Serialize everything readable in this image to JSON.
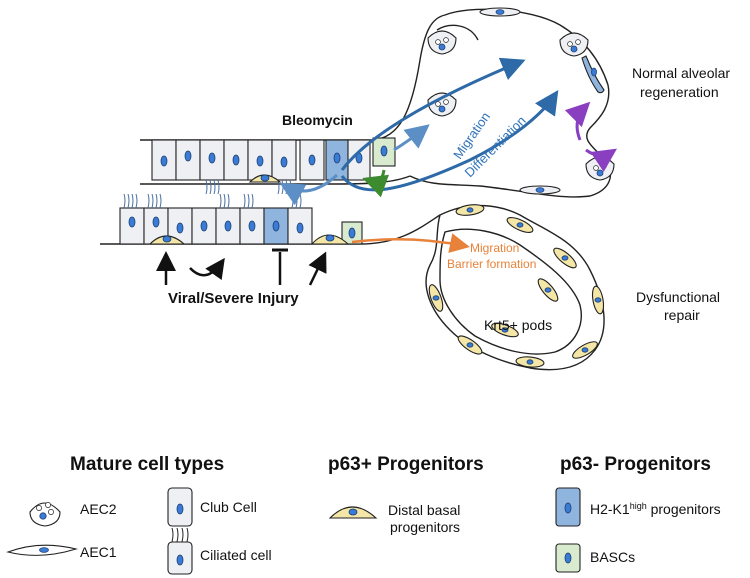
{
  "labels": {
    "bleomycin": "Bleomycin",
    "viral_injury": "Viral/Severe Injury",
    "migration_blue": "Migration",
    "differentiation": "Differentiation",
    "normal_line1": "Normal alveolar",
    "normal_line2": "regeneration",
    "migration_orange": "Migration",
    "barrier_formation": "Barrier formation",
    "dysfunctional_line1": "Dysfunctional",
    "dysfunctional_line2": "repair",
    "krt5_pods": "Krt5+ pods"
  },
  "legend": {
    "mature_title": "Mature cell types",
    "p63pos_title": "p63+ Progenitors",
    "p63neg_title": "p63- Progenitors",
    "aec2": "AEC2",
    "aec1": "AEC1",
    "club": "Club Cell",
    "ciliated": "Ciliated cell",
    "distal_basal_line1": "Distal basal",
    "distal_basal_line2": "progenitors",
    "h2k1_prefix": "H2-K1",
    "h2k1_sup": "high",
    "h2k1_suffix": " progenitors",
    "bascs": "BASCs"
  },
  "colors": {
    "blue_arrow": "#2e6aa8",
    "light_blue_arrow": "#5b8fc5",
    "blue_text": "#2f73b8",
    "purple": "#8a3fc1",
    "green": "#3d8b2f",
    "orange": "#e8823a",
    "h2k1_fill": "#8fb4de",
    "basc_fill": "#d8ebcf",
    "basal_fill": "#f3e6a6",
    "cell_fill": "#eef0f4",
    "nucleus": "#3a7bd5"
  }
}
